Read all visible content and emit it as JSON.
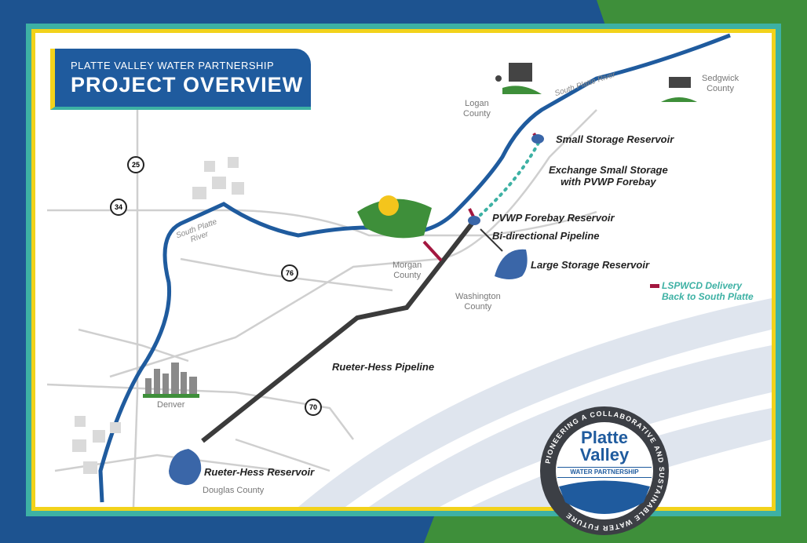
{
  "title": {
    "subtitle": "PLATTE VALLEY WATER PARTNERSHIP",
    "main": "PROJECT OVERVIEW"
  },
  "features": {
    "small_storage": "Small Storage Reservoir",
    "exchange_line1": "Exchange Small Storage",
    "exchange_line2": "with PVWP Forebay",
    "forebay": "PVWP Forebay Reservoir",
    "bidirectional": "Bi-directional Pipeline",
    "large_storage": "Large Storage Reservoir",
    "rueter_pipeline": "Rueter-Hess Pipeline",
    "rueter_reservoir": "Rueter-Hess Reservoir"
  },
  "counties": {
    "logan": [
      "Logan",
      "County"
    ],
    "sedgwick": [
      "Sedgwick",
      "County"
    ],
    "morgan": [
      "Morgan",
      "County"
    ],
    "washington": [
      "Washington",
      "County"
    ],
    "douglas": "Douglas County",
    "denver": "Denver"
  },
  "rivers": {
    "upper": "South Platte River",
    "lower_line1": "South Platte",
    "lower_line2": "River"
  },
  "highways": [
    "25",
    "34",
    "76",
    "70"
  ],
  "legend": {
    "line1": "LSPWCD Delivery",
    "line2": "Back to South Platte",
    "color": "#a3173f"
  },
  "logo": {
    "name_line1": "Platte",
    "name_line2": "Valley",
    "tagline": "WATER PARTNERSHIP",
    "ring_text": "PIONEERING A COLLABORATIVE AND SUSTAINABLE WATER FUTURE"
  },
  "colors": {
    "river": "#1f5b9e",
    "pipeline": "#3b3b3b",
    "frame": "#3db1a4",
    "accent": "#f4d31c",
    "green": "#3e8f3a"
  }
}
